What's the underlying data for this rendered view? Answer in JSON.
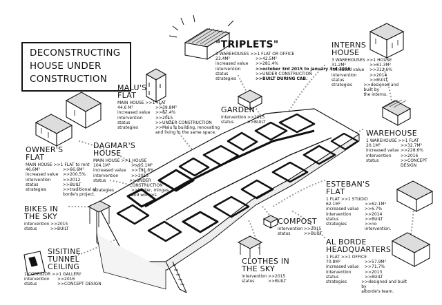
{
  "title": "DECONSTRUCTING\nHOUSE UNDER\nCONSTRUCTION",
  "triplets": {
    "name": "\"TRIPLETS\"",
    "sub": "3 WAREHOUSES  >>1 FLAT OR OFFICE",
    "area": "23.4M²",
    "area_val": ">>42.5M²",
    "rows": [
      {
        "k": "increased value",
        "v": ">>281.4%"
      },
      {
        "k": "intervention",
        "v": ">>october 3rd 2015 to january 3rd 2016"
      },
      {
        "k": "status",
        "v": ">>UNDER CONSTRUCTION"
      },
      {
        "k": "strategies",
        "v": ">>BUILT DURING CAB."
      }
    ]
  },
  "interns": {
    "name": "INTERNS\nHOUSE",
    "sub": "3 WAREHOUSES  >>1 HOUSE",
    "area": "31.2M²",
    "area_val": ">>61.3M²",
    "rows": [
      {
        "k": "increased value",
        "v": ">>312.6%"
      },
      {
        "k": "intervention",
        "v": ">>2014"
      },
      {
        "k": "status",
        "v": ">>BUILT"
      },
      {
        "k": "strategies",
        "v": ">>designed and built by\nthe interns."
      }
    ]
  },
  "malu": {
    "name": "MALU'S\nFLAT",
    "sub": "MAIN  HOUSE  >>1 FLAT",
    "area": "44.6 M²",
    "area_val": ">>39.8M²",
    "rows": [
      {
        "k": "increased value",
        "v": ">>87.4%"
      },
      {
        "k": "intervention",
        "v": ">>2015"
      },
      {
        "k": "status",
        "v": ">>UNDER CONSTRUCTION"
      },
      {
        "k": "strategies",
        "v": ">>Malu is building, renovating\nand living in the same space."
      }
    ]
  },
  "garden": {
    "name": "GARDEN",
    "rows": [
      {
        "k": "intervention",
        "v": ">>2015"
      },
      {
        "k": "status",
        "v": ">>BUILT"
      }
    ]
  },
  "warehouse": {
    "name": "WAREHOUSE",
    "sub": "1  WAREHOUSE  >>1 FLAT",
    "area": "20.1M²",
    "area_val": ">>32.7M²",
    "rows": [
      {
        "k": "increased value",
        "v": ">>228.6%"
      },
      {
        "k": "intervention",
        "v": ">>2016"
      },
      {
        "k": "status",
        "v": ">>CONCEPT\nDESIGN"
      }
    ]
  },
  "owner": {
    "name": "OWNER'S\nFLAT",
    "sub": "MAIN  HOUSE  >>1 FLAT to rent",
    "area": "46.6M²",
    "area_val": ">>66.6M²",
    "rows": [
      {
        "k": "increased value",
        "v": ">>200.5%"
      },
      {
        "k": "intervention",
        "v": ">>2012"
      },
      {
        "k": "status",
        "v": ">>BUILT"
      },
      {
        "k": "strategies",
        "v": ">>traditional al\nborde's project."
      }
    ]
  },
  "dagmar": {
    "name": "DAGMAR'S\nHOUSE",
    "sub": "MAIN  HOUSE  >>1 HOUSE",
    "area": "104.1M²",
    "area_val": ">>95.1M²",
    "rows": [
      {
        "k": "increased value",
        "v": ">>191.8%"
      },
      {
        "k": "intervention",
        "v": ">>2015"
      },
      {
        "k": "status",
        "v": ">>UNDER CONSTRUCTION"
      },
      {
        "k": "strategies",
        "v": ">>barter, mingas\nand workers."
      }
    ]
  },
  "esteban": {
    "name": "ESTEBAN'S\nFLAT",
    "sub": "1          FLAT  >>1 STUDIO",
    "area": "62.1M²",
    "area_val": ">>62.1M²",
    "rows": [
      {
        "k": "increased value",
        "v": ">>6.7%"
      },
      {
        "k": "intervention",
        "v": ">>2014"
      },
      {
        "k": "status",
        "v": ">>BUILT"
      },
      {
        "k": "strategies",
        "v": ">>no\nintervention."
      }
    ]
  },
  "bikes": {
    "name": "BIKES IN\nTHE SKY",
    "rows": [
      {
        "k": "intervention",
        "v": ">>2015"
      },
      {
        "k": "status",
        "v": ">>BUILT"
      }
    ]
  },
  "compost": {
    "name": "COMPOST",
    "rows": [
      {
        "k": "intervention",
        "v": ">>2015"
      },
      {
        "k": "status",
        "v": ">>BUILT"
      }
    ]
  },
  "alborde": {
    "name": "AL BORDE\nHEADQUARTERS",
    "sub": "1          FLAT  >>1 OFFICE",
    "area": "70.8M²",
    "area_val": ">>57.9M²",
    "rows": [
      {
        "k": "increased value",
        "v": ">>71.7%"
      },
      {
        "k": "intervention",
        "v": ">>2013"
      },
      {
        "k": "status",
        "v": ">>BUILT"
      },
      {
        "k": "strategies",
        "v": ">>designed and built by\nalborde's team."
      }
    ]
  },
  "sisitine": {
    "name": "SISITINE\nTUNNEL\nCEILING",
    "sub": "1  CORRIDOR  >>1 GALLERY",
    "rows": [
      {
        "k": "intervention",
        "v": ">>2016"
      },
      {
        "k": "status",
        "v": ">>CONCEPT DESIGN"
      }
    ]
  },
  "clothes": {
    "name": "CLOTHES IN\nTHE SKY",
    "rows": [
      {
        "k": "intervention",
        "v": ">>2015"
      },
      {
        "k": "status",
        "v": ">>BUILT"
      }
    ]
  }
}
